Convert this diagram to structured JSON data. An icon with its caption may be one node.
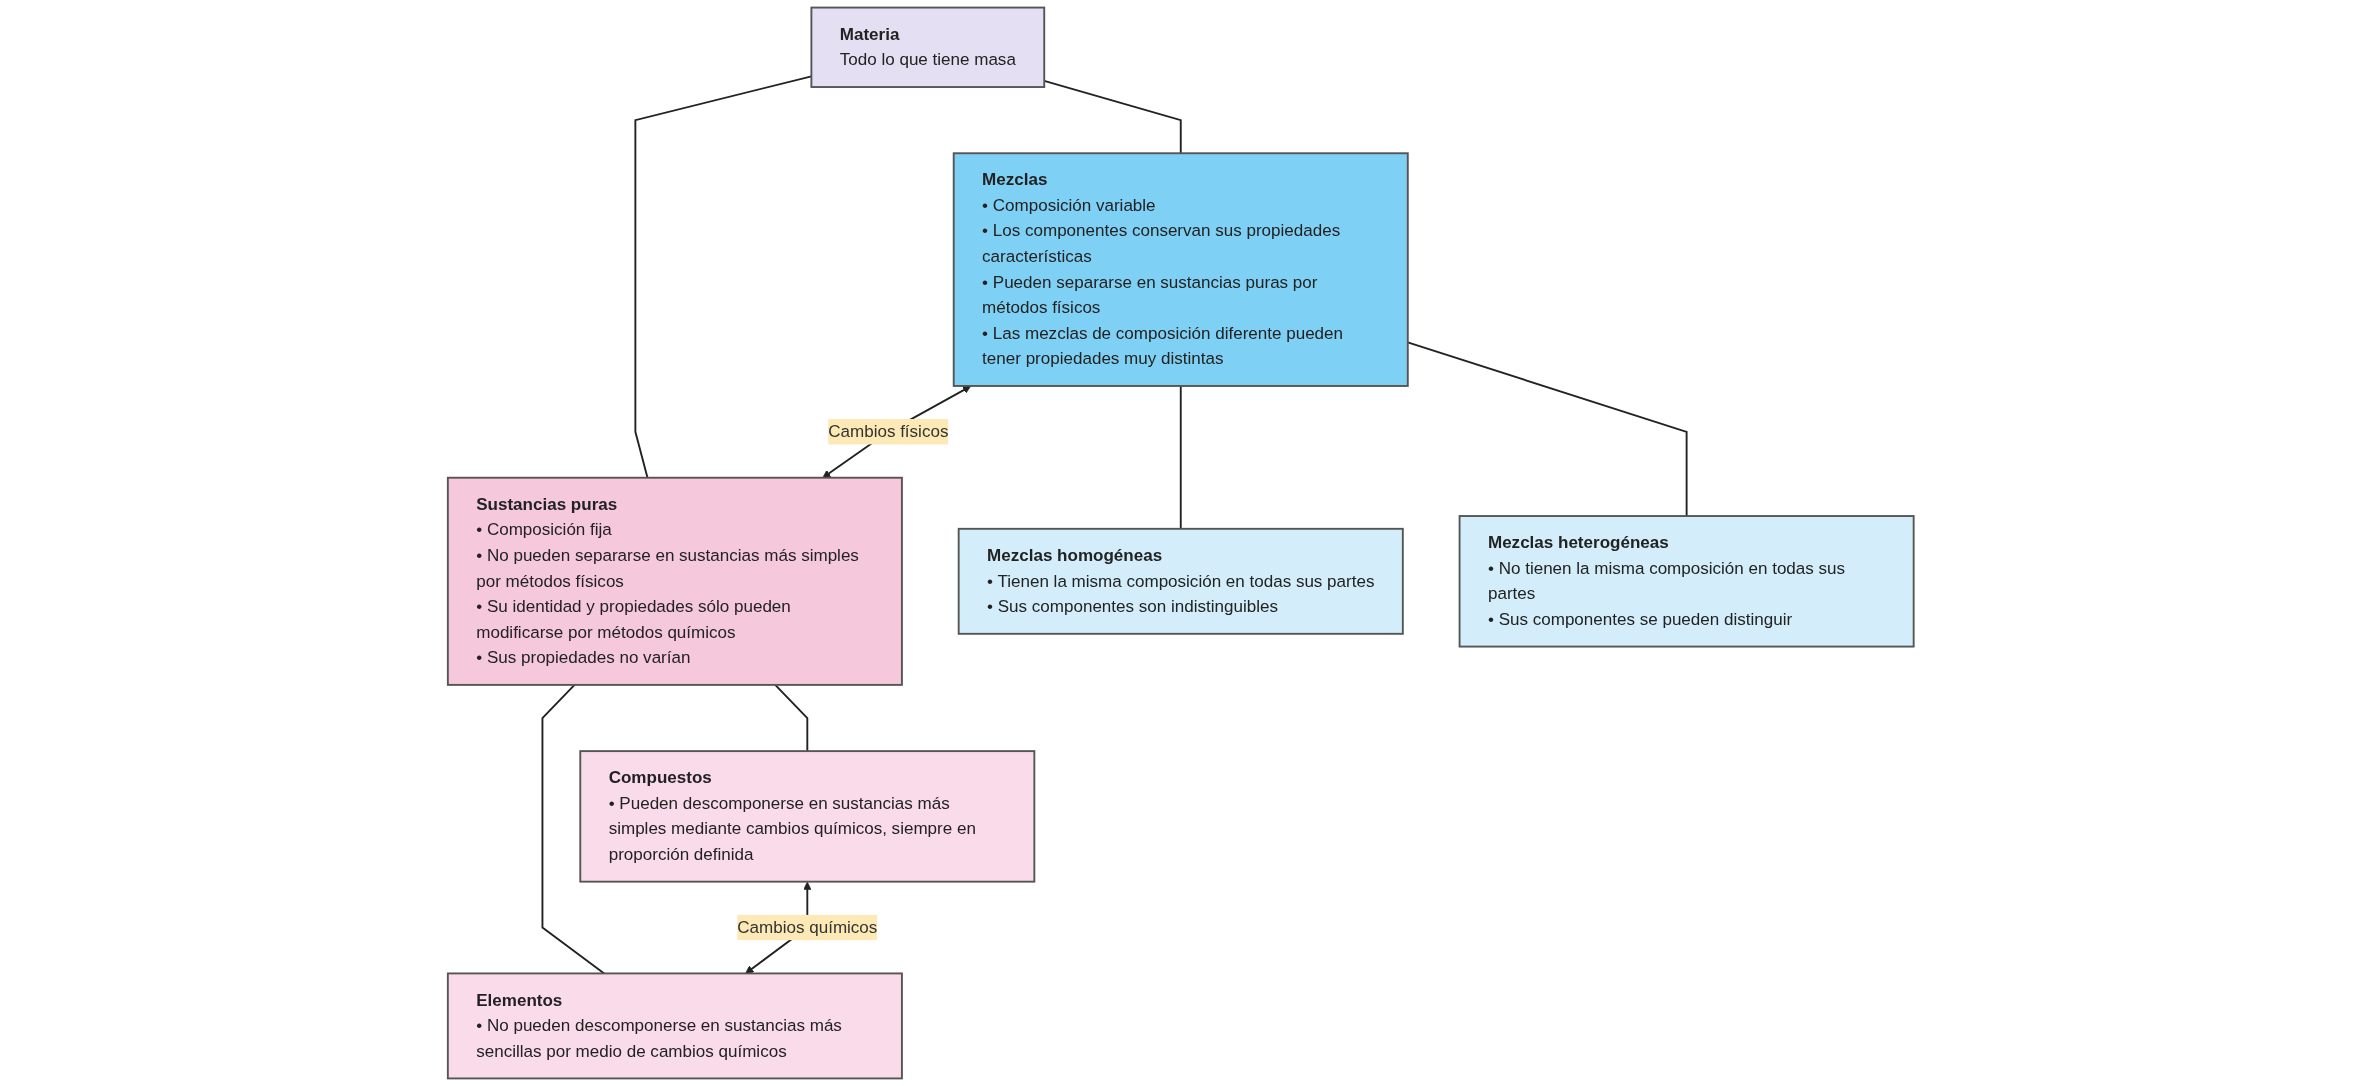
{
  "diagram": {
    "nodes": [
      {
        "text": [
          "Materia",
          "Todo lo que tiene masa"
        ]
      },
      {
        "text": [
          "Mezclas",
          "• Composición variable",
          "• Los componentes conservan sus propiedades características",
          "• Pueden separarse en sustancias puras por métodos físicos",
          "• Las mezclas de composición diferente pueden tener propiedades muy distintas"
        ]
      },
      {
        "text": [
          "Sustancias puras",
          "• Composición fija",
          "• No pueden separarse en sustancias más simples por métodos físicos",
          "• Su identidad y propiedades sólo pueden modificarse por métodos químicos",
          "• Sus propiedades no varían"
        ]
      },
      {
        "text": [
          "Mezclas homogéneas",
          "• Tienen la misma composición en todas sus partes",
          "• Sus componentes son indistinguibles"
        ]
      },
      {
        "text": [
          "Mezclas heterogéneas",
          "• No tienen la misma composición en todas sus partes",
          "• Sus componentes se pueden distinguir"
        ]
      },
      {
        "text": [
          "Compuestos",
          "• Pueden descomponerse en sustancias más simples mediante cambios químicos, siempre en proporción definida"
        ]
      },
      {
        "text": [
          "Elementos",
          "• No pueden descomponerse en sustancias más sencillas por medio de cambios químicos"
        ]
      }
    ],
    "edges": [
      {
        "from": 0,
        "to": 1,
        "arrow": "none"
      },
      {
        "from": 0,
        "to": 2,
        "arrow": "none"
      },
      {
        "from": 1,
        "to": 2,
        "arrow": "both",
        "label": "Cambios físicos"
      },
      {
        "from": 1,
        "to": 3,
        "arrow": "none"
      },
      {
        "from": 1,
        "to": 4,
        "arrow": "none"
      },
      {
        "from": 2,
        "to": 5,
        "arrow": "none"
      },
      {
        "from": 2,
        "to": 6,
        "arrow": "none"
      },
      {
        "from": 5,
        "to": 6,
        "arrow": "both",
        "label": "Cambios químicos"
      }
    ]
  }
}
